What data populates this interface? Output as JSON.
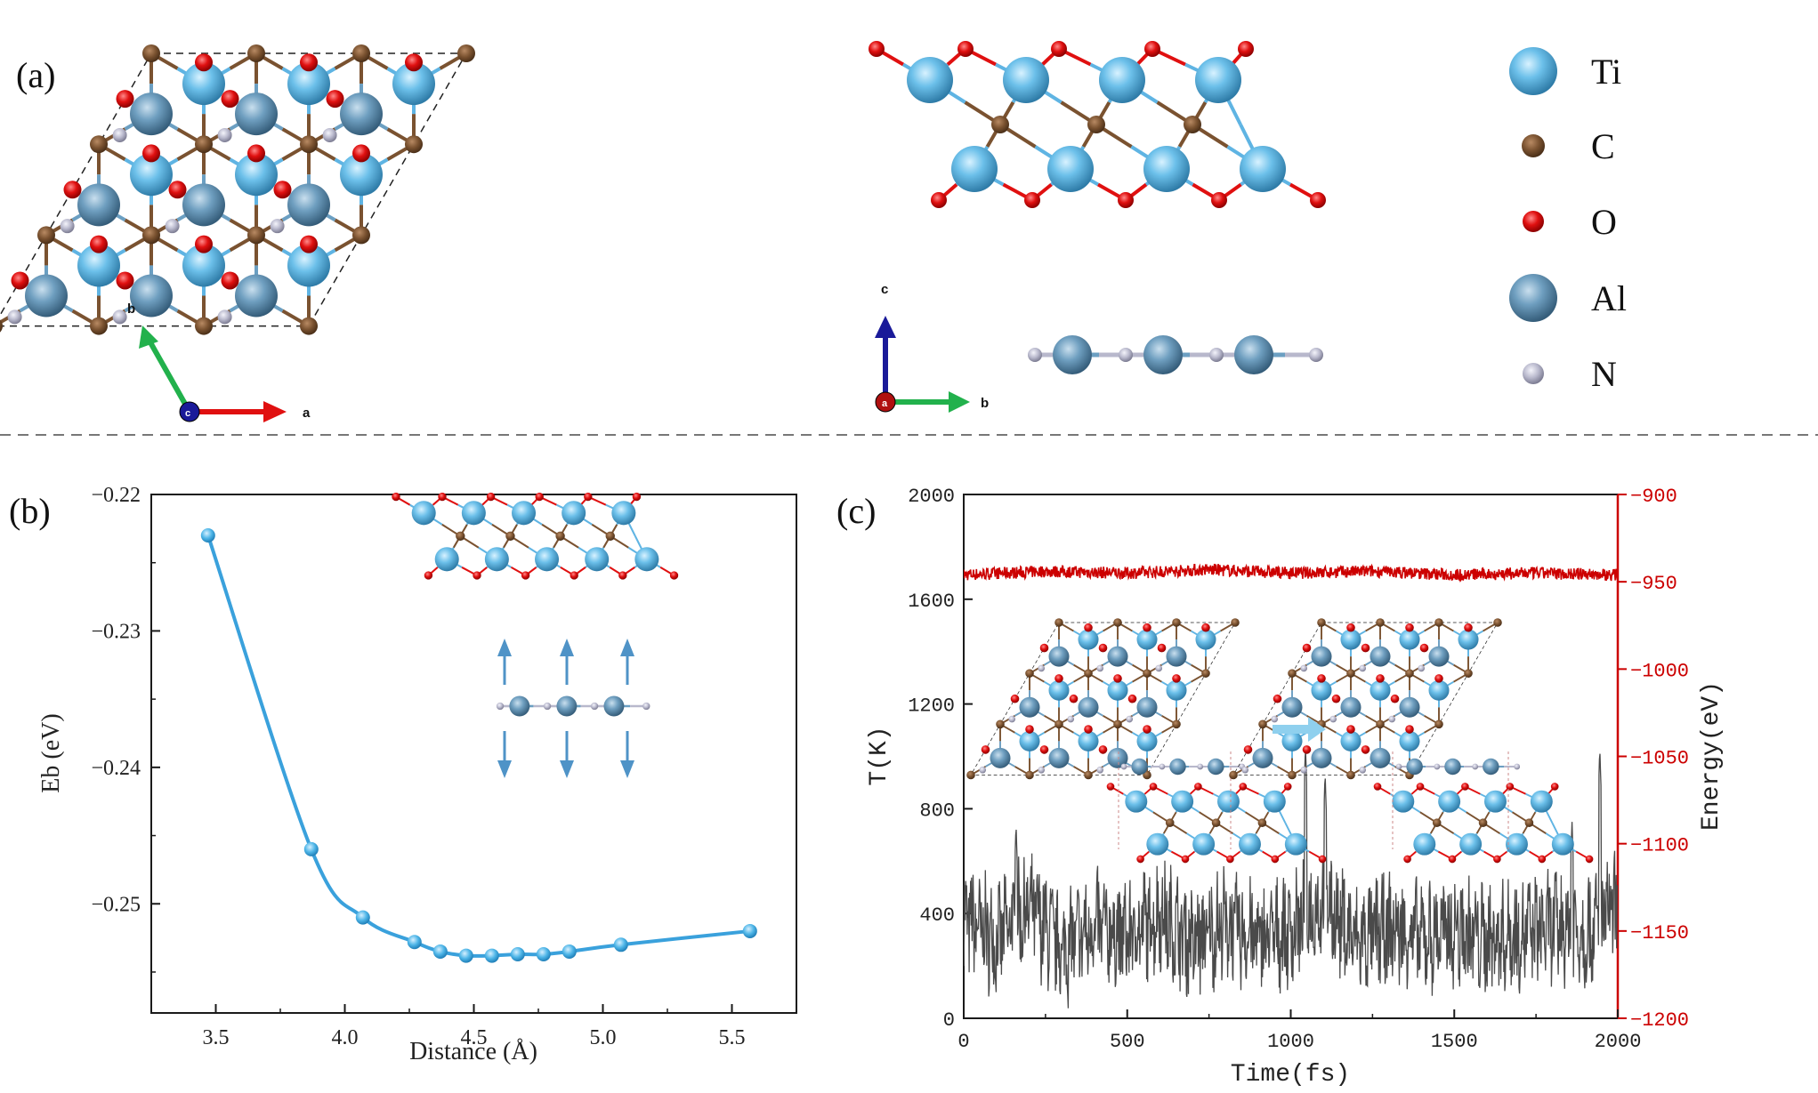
{
  "colors": {
    "Ti": "#5fb4e3",
    "C": "#7a5230",
    "O": "#e01010",
    "Al": "#6b9fc2",
    "N": "#b8b8cc",
    "curve_b": "#3aa1dc",
    "temperature": "#4a4a4a",
    "energy": "#cc0000",
    "arrow": "#4f93c7",
    "arrow_light": "#8fd0ee"
  },
  "panel_a": {
    "label": "(a)",
    "axis_labels_top": {
      "b": "b",
      "a": "a",
      "c": "c"
    },
    "axis_labels_side": {
      "c": "c",
      "b": "b",
      "a": "a"
    },
    "legend": [
      {
        "element": "Ti",
        "icon": "large-sphere-icon"
      },
      {
        "element": "C",
        "icon": "small-sphere-icon"
      },
      {
        "element": "O",
        "icon": "small-sphere-icon"
      },
      {
        "element": "Al",
        "icon": "large-sphere-icon"
      },
      {
        "element": "N",
        "icon": "small-sphere-icon"
      }
    ]
  },
  "chart_data": [
    {
      "panel": "(b)",
      "type": "line",
      "xlabel": "Distance (Å)",
      "ylabel": "Eb (eV)",
      "xlim": [
        3.25,
        5.75
      ],
      "ylim": [
        -0.258,
        -0.22
      ],
      "xticks": [
        "3.5",
        "4.0",
        "4.5",
        "5.0",
        "5.5"
      ],
      "yticks": [
        "−0.22",
        "−0.23",
        "−0.24",
        "−0.25"
      ],
      "x": [
        3.47,
        3.87,
        4.07,
        4.27,
        4.37,
        4.47,
        4.57,
        4.67,
        4.77,
        4.87,
        5.07,
        5.57
      ],
      "y": [
        -0.223,
        -0.246,
        -0.251,
        -0.2528,
        -0.2535,
        -0.2538,
        -0.2538,
        -0.2537,
        -0.2537,
        -0.2535,
        -0.253,
        -0.252
      ],
      "markers": true,
      "smooth": true
    },
    {
      "panel": "(c)",
      "type": "line",
      "xlabel": "Time(fs)",
      "ylabel_left": "T(K)",
      "ylabel_right": "Energy(eV)",
      "xlim": [
        0,
        2000
      ],
      "ylim_left": [
        0,
        2000
      ],
      "ylim_right": [
        -1200,
        -900
      ],
      "xticks": [
        "0",
        "500",
        "1000",
        "1500",
        "2000"
      ],
      "yticks_left": [
        "0",
        "400",
        "800",
        "1200",
        "1600",
        "2000"
      ],
      "yticks_right": [
        "−900",
        "−950",
        "−1000",
        "−1050",
        "−1100",
        "−1150",
        "−1200"
      ],
      "series": [
        {
          "axis": "left",
          "mean": 330,
          "fluctuation_range": [
            0,
            1040
          ],
          "peaks": [
            [
              1045,
              1040
            ],
            [
              1105,
              935
            ],
            [
              1945,
              1030
            ],
            [
              160,
              740
            ],
            [
              1860,
              750
            ]
          ],
          "sampled_fs": [
            0,
            100,
            200,
            300,
            400,
            500,
            600,
            700,
            800,
            900,
            1000,
            1100,
            1200,
            1300,
            1400,
            1500,
            1600,
            1700,
            1800,
            1900,
            2000
          ],
          "sampled_values": [
            380,
            300,
            420,
            260,
            350,
            310,
            400,
            280,
            360,
            300,
            330,
            450,
            290,
            340,
            310,
            330,
            300,
            320,
            350,
            330,
            420
          ]
        },
        {
          "axis": "right",
          "mean": -945,
          "fluctuation_range": [
            -952,
            -937
          ],
          "sampled_fs": [
            0,
            250,
            500,
            750,
            1000,
            1250,
            1500,
            1750,
            2000
          ],
          "sampled_values": [
            -946,
            -944,
            -945,
            -943,
            -945,
            -944,
            -946,
            -945,
            -946
          ]
        }
      ]
    }
  ]
}
